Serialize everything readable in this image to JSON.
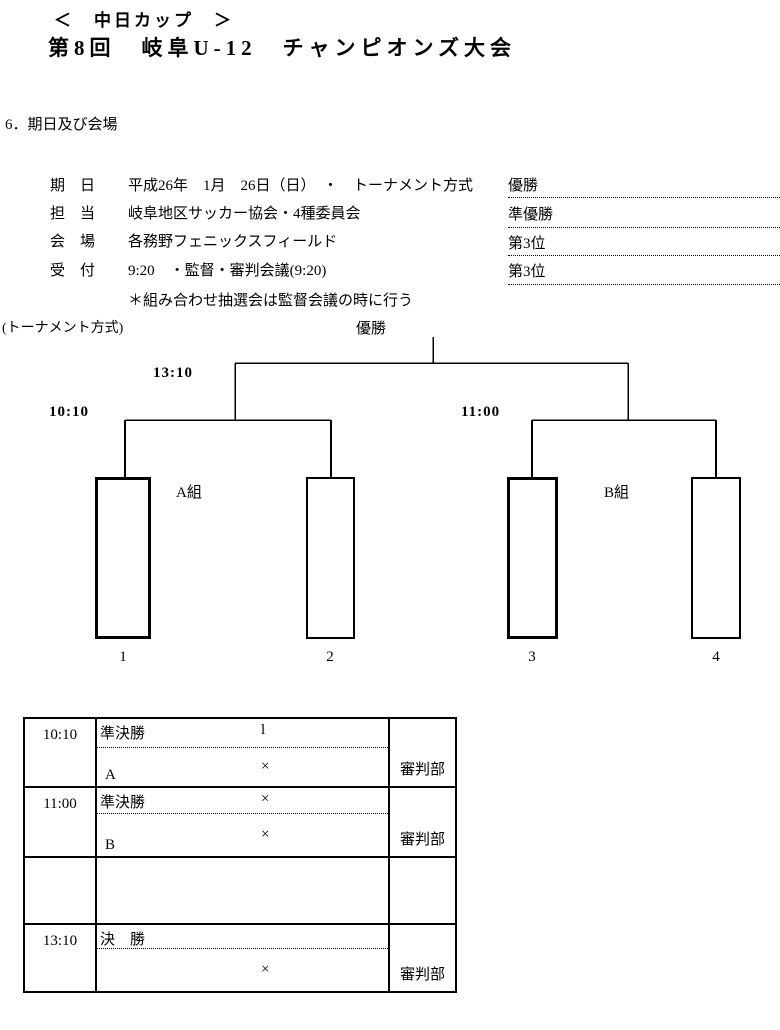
{
  "header": {
    "line1": "＜　中日カップ　＞",
    "line2": "第8回　岐阜U-12　チャンピオンズ大会"
  },
  "section": {
    "heading": "6．期日及び会場"
  },
  "info": {
    "rows": [
      {
        "label": "期　日",
        "value": "平成26年　1月　26日（日）　・　トーナメント方式"
      },
      {
        "label": "担　当",
        "value": "岐阜地区サッカー協会・4種委員会"
      },
      {
        "label": "会　場",
        "value": "各務野フェニックスフィールド"
      },
      {
        "label": "受　付",
        "value": "9:20　・監督・審判会議(9:20)"
      }
    ],
    "note": "＊組み合わせ抽選会は監督会議の時に行う"
  },
  "honors": [
    "優勝",
    "準優勝",
    "第3位",
    "第3位"
  ],
  "bracket": {
    "caption": "(トーナメント方式)",
    "winner_label": "優勝",
    "final_time": "13:10",
    "left_semi_time": "10:10",
    "right_semi_time": "11:00",
    "group_a_label": "A組",
    "group_b_label": "B組",
    "seeds": [
      "1",
      "2",
      "3",
      "4"
    ]
  },
  "schedule": {
    "rows": [
      {
        "time": "10:10",
        "round": "準決勝",
        "upper_symbol": "l",
        "lower_label": "A",
        "lower_symbol": "×",
        "referee": "審判部"
      },
      {
        "time": "11:00",
        "round": "準決勝",
        "upper_symbol": "×",
        "lower_label": "B",
        "lower_symbol": "×",
        "referee": "審判部"
      },
      {
        "time": "",
        "round": "",
        "upper_symbol": "",
        "lower_label": "",
        "lower_symbol": "",
        "referee": ""
      },
      {
        "time": "13:10",
        "round": "決　勝",
        "upper_symbol": "",
        "lower_label": "",
        "lower_symbol": "×",
        "referee": "審判部"
      }
    ]
  }
}
